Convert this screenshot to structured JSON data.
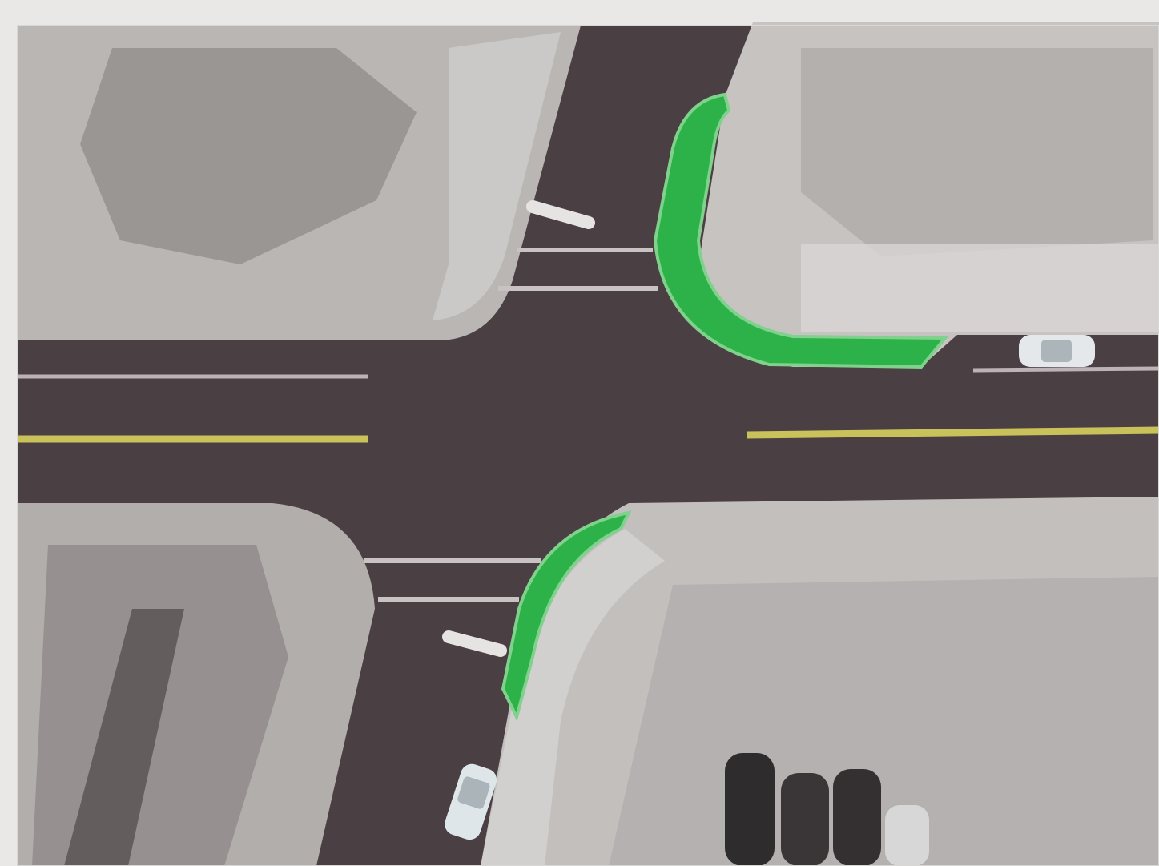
{
  "map": {
    "colors": {
      "paper": "#e9e8e6",
      "road": "#4a3f42",
      "block": "#b6b3b1",
      "block_shadow": "#8f8b8a",
      "sidewalk": "#d3d1cf",
      "curb_extension": "#2db24a",
      "curb_extension_edge": "#7fd18c",
      "center_line": "#c9c25a",
      "lane_line": "#bdb3b5",
      "crosswalk_line": "#c8c2c3",
      "car_light": "#e4e8ea",
      "car_dark": "#2f2c2d"
    },
    "features": [
      "intersection",
      "curb-extension-northeast",
      "curb-extension-southeast",
      "crosswalk-north",
      "crosswalk-south",
      "center-line-west",
      "center-line-east"
    ]
  }
}
